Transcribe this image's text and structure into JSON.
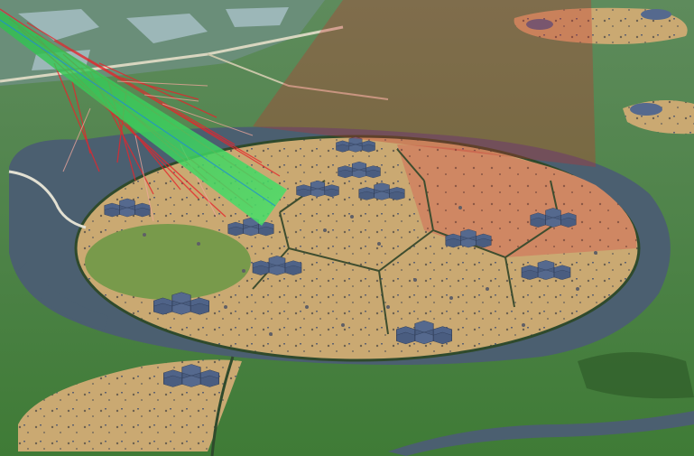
{
  "scene": {
    "kind": "aerial-photograph",
    "subject": "circular-array-of-hexagonal-solar-style-panels-surrounded-by-river-with-cosmic-ray-shower-overlay",
    "overlays": [
      "translucent-red-shower-particles",
      "green-primary-track",
      "red-translucent-cone"
    ],
    "colors": {
      "grass": "#3f8a38",
      "dry_field": "#c9b071",
      "red_zone": "#c87a55",
      "water": "#4c5f72",
      "panel": "#4b5e80",
      "shower_red": "#e0242b",
      "track_green": "#3ecf5a"
    }
  }
}
